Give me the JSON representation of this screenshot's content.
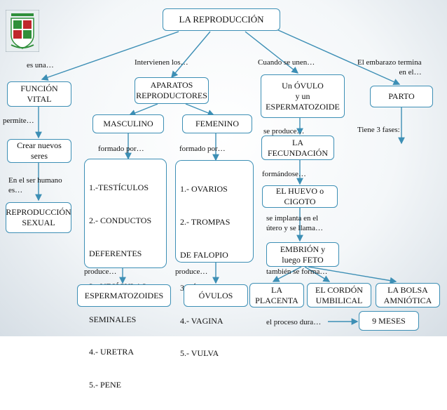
{
  "title": "LA REPRODUCCIÓN",
  "nodes": {
    "funcion_vital": "FUNCIÓN\nVITAL",
    "crear_nuevos": "Crear  nuevos\nseres",
    "reproduccion_sexual": "REPRODUCCIÓN\nSEXUAL",
    "aparatos": "APARATOS\nREPRODUCTORES",
    "masculino": "MASCULINO",
    "femenino": "FEMENINO",
    "masc_list": [
      "1.-TESTÍCULOS",
      "2.- CONDUCTOS",
      "DEFERENTES",
      "3.- VESÍCULAS",
      "SEMINALES",
      "4.- URETRA",
      "5.- PENE"
    ],
    "fem_list": [
      "1.- OVARIOS",
      "2.-  TROMPAS",
      "DE FALOPIO",
      "3.- ÚTERO",
      "4.- VAGINA",
      "5.- VULVA"
    ],
    "espermatozoides": "ESPERMATOZOIDES",
    "ovulos": "ÓVULOS",
    "ovulo_esperm": "Un  ÓVULO\ny  un\nESPERMATOZOIDE",
    "fecundacion": "LA\nFECUNDACIÓN",
    "huevo": "EL HUEVO o\nCIGOTO",
    "embrion": "EMBRIÓN y\nluego FETO",
    "placenta": "LA\nPLACENTA",
    "cordon": "EL CORDÓN\nUMBILICAL",
    "bolsa": "LA BOLSA\nAMNIÓTICA",
    "parto": "PARTO",
    "nueve_meses": "9 MESES"
  },
  "labels": {
    "es_una": "es una…",
    "permite": "permite…",
    "en_el_ser": "En el ser  humano\nes…",
    "intervienen": "Intervienen los…",
    "formado_por_m": "formado por…",
    "formado_por_f": "formado por…",
    "produce_m": "produce…",
    "produce_f": "produce…",
    "cuando_se_unen": "Cuando se unen…",
    "se_produce": "se produce…",
    "formandose": "formándose…",
    "se_implanta": "se implanta en el\nútero y se llama…",
    "tambien_se_forma": "también se forma…",
    "proceso_dura": "el proceso dura…",
    "embarazo": "El embarazo termina\nen el…",
    "tres_fases": "Tiene 3 fases:"
  },
  "colors": {
    "border": "#3d8fb5",
    "arrow": "#3d8fb5",
    "logo_green": "#2f8f3a",
    "logo_red": "#c0272d"
  }
}
